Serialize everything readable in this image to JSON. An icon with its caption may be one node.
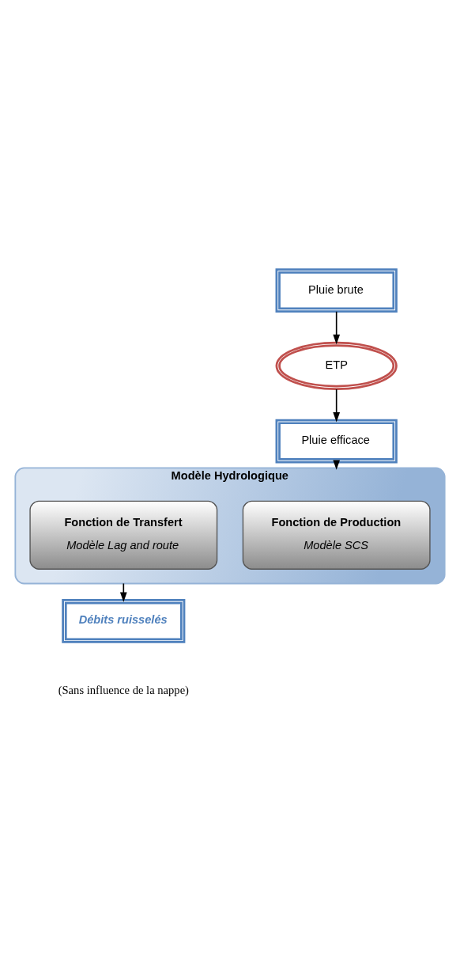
{
  "diagram": {
    "nodes": [
      {
        "text": [
          "Pluie brute"
        ]
      },
      {
        "text": [
          "ETP"
        ]
      },
      {
        "text": [
          "Pluie efficace"
        ]
      },
      {
        "text": [
          "Modèle Hydrologique"
        ]
      },
      {
        "text": [
          "Fonction de Production",
          "Modèle SCS"
        ],
        "in": 3
      },
      {
        "text": [
          "Fonction de Transfert",
          "Modèle Lag and route"
        ],
        "in": 3
      },
      {
        "text": [
          "Débits ruisselés"
        ],
        "beside": [
          "(Sans influence de la nappe)"
        ]
      }
    ],
    "edges": [
      {
        "from": 0,
        "to": 1,
        "arrow": "to"
      },
      {
        "from": 1,
        "to": 2,
        "arrow": "to"
      },
      {
        "from": 2,
        "to": 3,
        "arrow": "to"
      },
      {
        "from": 3,
        "to": 6,
        "arrow": "to"
      }
    ]
  }
}
